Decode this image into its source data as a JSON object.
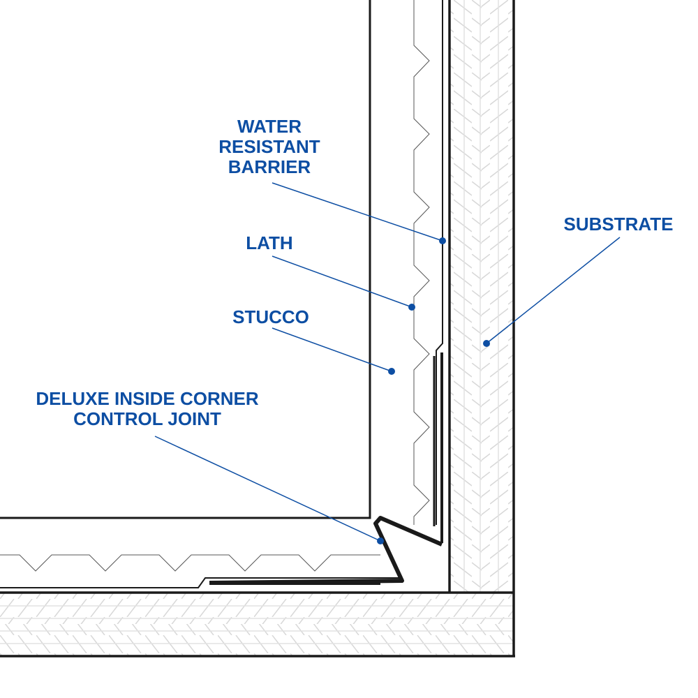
{
  "colors": {
    "label": "#0d4ea3",
    "line": "#1a1a1a",
    "hatch": "#d8d8d8"
  },
  "labels": {
    "wrb": [
      "WATER",
      "RESISTANT",
      "BARRIER"
    ],
    "lath": "LATH",
    "stucco": "STUCCO",
    "substrate": "SUBSTRATE",
    "joint": [
      "DELUXE INSIDE CORNER",
      "CONTROL JOINT"
    ]
  }
}
